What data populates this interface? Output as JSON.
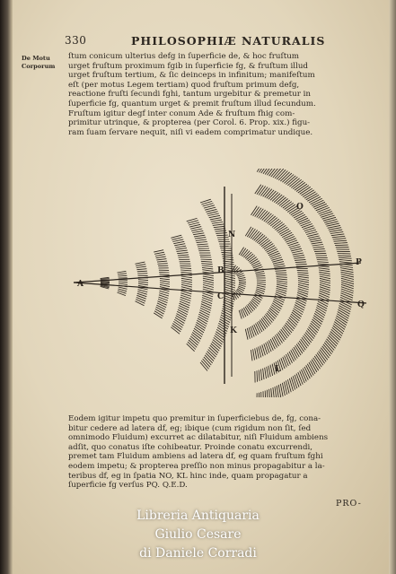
{
  "header": {
    "page_number": "330",
    "running_title": "PHILOSOPHIÆ NATURALIS"
  },
  "margin_note": [
    "De Motu",
    "Corporum"
  ],
  "top_lines": [
    "ſtum conicum ulterius defg in ſuperficie de, & hoc fruſtum",
    "urget fruſtum proximum fgib in ſuperficie fg, & fruſtum illud",
    "urget fruſtum tertium, & ſic deinceps in infinitum; manifeſtum",
    "eſt (per motus Legem tertiam) quod fruſtum primum defg,",
    "reactione fruſti ſecundi fghi, tantum urgebitur & premetur in",
    "ſuperficie fg, quantum urget & premit fruſtum illud ſecundum.",
    "Fruſtum igitur degf inter conum Ade & fruſtum fhig com-",
    "primitur utrinque, & propterea (per Corol. 6. Prop. xix.) figu-",
    "ram ſuam ſervare nequit, niſi vi eadem comprimatur undique."
  ],
  "bottom_lines": [
    "Eodem igitur impetu quo premitur in ſuperficiebus de, fg, cona-",
    "bitur cedere ad latera df, eg; ibique (cum rigidum non ſit, ſed",
    "omnimodo Fluidum) excurret ac dilatabitur, niſi Fluidum ambiens",
    "adſit, quo conatus iſte cohibeatur. Proinde conatu excurrendi,",
    "premet tam Fluidum ambiens ad latera df, eg quam fruſtum fghi",
    "eodem impetu; & propterea preſſio non minus propagabitur a la-",
    "teribus df, eg in ſpatia NO, KL hinc inde, quam propagatur a",
    "ſuperficie fg verſus PQ. Q.E.D."
  ],
  "catchword": "PRO-",
  "figure_labels": {
    "A": "A",
    "B": "B",
    "C": "C",
    "N": "N",
    "O": "O",
    "K": "K",
    "L": "L",
    "P": "P",
    "Q": "Q"
  },
  "watermark": [
    "Libreria Antiquaria",
    "Giulio Cesare",
    "di Daniele Corradi"
  ]
}
